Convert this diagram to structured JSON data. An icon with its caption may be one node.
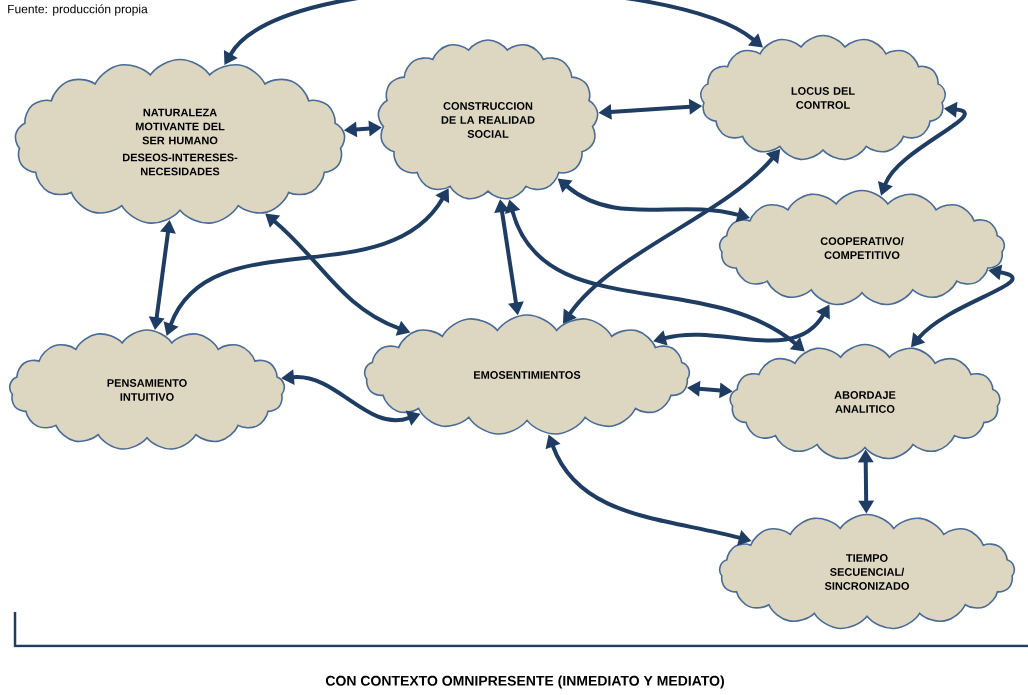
{
  "diagram": {
    "nodes": [
      {
        "text": [
          "NATURALEZA MOTIVANTE DEL SER HUMANO",
          "DESEOS-INTERESES-NECESIDADES"
        ]
      },
      {
        "text": [
          "CONSTRUCCION DE LA REALIDAD SOCIAL"
        ]
      },
      {
        "text": [
          "LOCUS DEL CONTROL"
        ]
      },
      {
        "text": [
          "COOPERATIVO/ COMPETITIVO"
        ]
      },
      {
        "text": [
          "PENSAMIENTO INTUITIVO"
        ]
      },
      {
        "text": [
          "EMOSENTIMIENTOS"
        ]
      },
      {
        "text": [
          "ABORDAJE ANALITICO"
        ]
      },
      {
        "text": [
          "TIEMPO SECUENCIAL/ SINCRONIZADO"
        ]
      }
    ],
    "edges": [
      {
        "from": 0,
        "to": 2,
        "arrow": "both"
      },
      {
        "from": 0,
        "to": 1,
        "arrow": "both"
      },
      {
        "from": 1,
        "to": 2,
        "arrow": "both"
      },
      {
        "from": 2,
        "to": 3,
        "arrow": "both"
      },
      {
        "from": 0,
        "to": 4,
        "arrow": "both"
      },
      {
        "from": 0,
        "to": 5,
        "arrow": "both"
      },
      {
        "from": 1,
        "to": 4,
        "arrow": "both"
      },
      {
        "from": 1,
        "to": 5,
        "arrow": "both"
      },
      {
        "from": 1,
        "to": 3,
        "arrow": "both"
      },
      {
        "from": 2,
        "to": 5,
        "arrow": "both"
      },
      {
        "from": 1,
        "to": 6,
        "arrow": "both"
      },
      {
        "from": 3,
        "to": 5,
        "arrow": "both"
      },
      {
        "from": 3,
        "to": 6,
        "arrow": "both"
      },
      {
        "from": 4,
        "to": 5,
        "arrow": "both"
      },
      {
        "from": 5,
        "to": 6,
        "arrow": "both"
      },
      {
        "from": 5,
        "to": 7,
        "arrow": "both"
      },
      {
        "from": 6,
        "to": 7,
        "arrow": "both"
      }
    ],
    "labels": [
      "Fuente: producción propia",
      "CON CONTEXTO OMNIPRESENTE (INMEDIATO Y MEDIATO)"
    ]
  }
}
